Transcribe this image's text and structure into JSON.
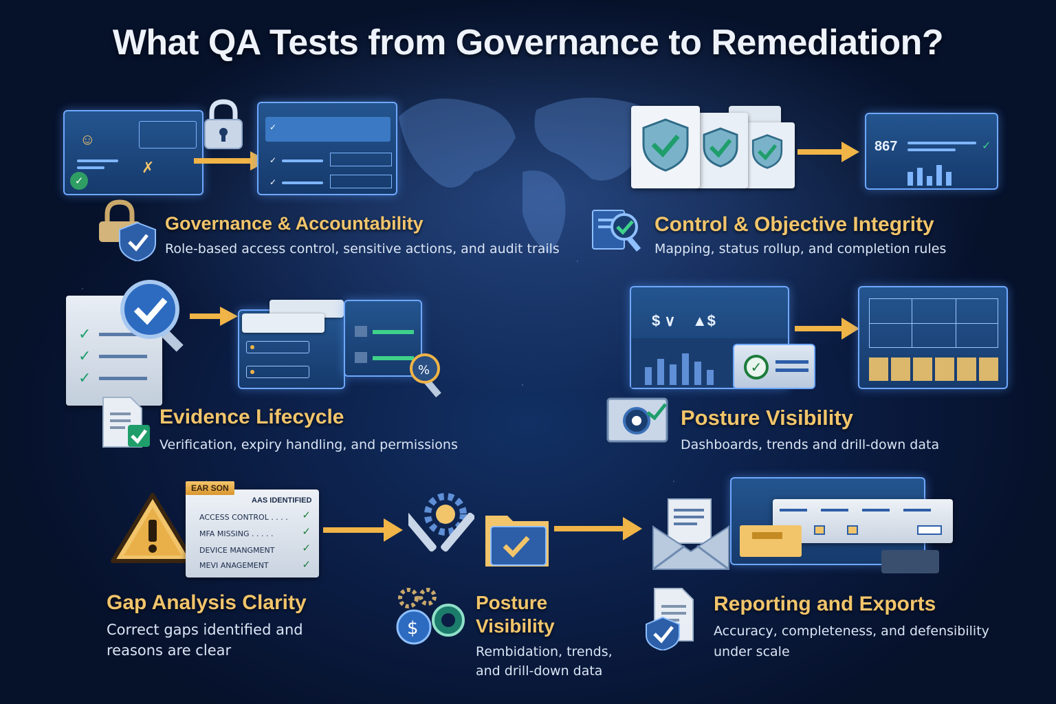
{
  "title": "What QA Tests from Governance to Remediation?",
  "colors": {
    "heading": "#f2c56b",
    "accent_arrow": "#f0b447",
    "panel_border": "#6fa8ff",
    "check": "#3fd18a"
  },
  "sections": {
    "governance": {
      "heading": "Governance & Accountability",
      "desc": "Role-based access control, sensitive actions, and audit trails",
      "icons": [
        "lock-icon",
        "shield-check-icon",
        "user-panel-icon"
      ]
    },
    "control": {
      "heading": "Control & Objective Integrity",
      "desc": "Mapping, status rollup, and completion rules",
      "panel_value": "867",
      "icons": [
        "shield-check-icon",
        "magnifier-icon",
        "dashboard-icon"
      ]
    },
    "evidence": {
      "heading": "Evidence Lifecycle",
      "desc": "Verification, expiry handling, and permissions",
      "icons": [
        "checklist-icon",
        "magnifier-check-icon",
        "document-check-icon"
      ]
    },
    "posture": {
      "heading": "Posture Visibility",
      "desc": "Dashboards, trends and drill-down data",
      "icons": [
        "dashboard-icon",
        "eye-check-icon",
        "table-icon"
      ]
    },
    "gap": {
      "heading": "Gap Analysis Clarity",
      "desc_line1": "Correct gaps identified and",
      "desc_line2": "reasons are clear",
      "tag": "EAR SON",
      "list_header": "AAS IDENTIFIED",
      "list": [
        "ACCESS CONTROL . . . .",
        "MFA MISSING . . . . .",
        "DEVICE MANGMENT",
        "MEVI ANAGEMENT"
      ],
      "icons": [
        "warning-icon"
      ]
    },
    "posture2": {
      "heading_line1": "Posture",
      "heading_line2": "Visibility",
      "desc_line1": "Rembidation, trends,",
      "desc_line2": "and drill-down data",
      "icons": [
        "wrench-gear-icon",
        "folder-check-icon"
      ]
    },
    "reporting": {
      "heading": "Reporting and Exports",
      "desc_line1": "Accuracy, completeness, and defensibility",
      "desc_line2": "under scale",
      "icons": [
        "envelope-icon",
        "document-shield-icon",
        "table-panel-icon"
      ]
    }
  }
}
